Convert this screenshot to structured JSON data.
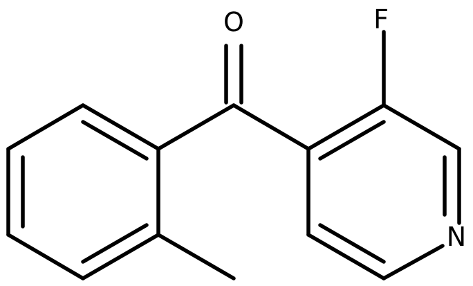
{
  "diagram": {
    "type": "chemical-structure",
    "atoms": {
      "oxygen": "O",
      "fluorine": "F",
      "nitrogen": "N"
    },
    "colors": {
      "bond": "#000000",
      "background": "#ffffff"
    }
  }
}
